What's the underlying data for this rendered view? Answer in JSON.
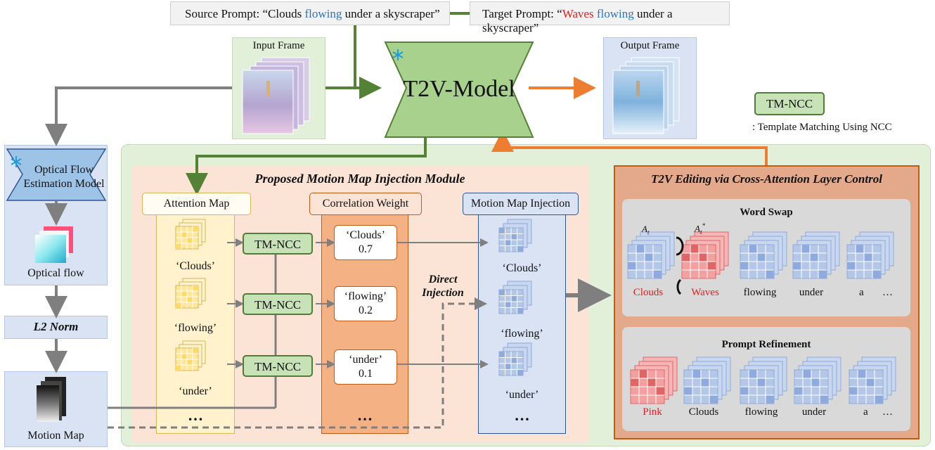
{
  "prompts": {
    "source": {
      "prefix": "Source Prompt: “",
      "word": "Clouds",
      "mid": " ",
      "word2": "flowing",
      "suffix": " under a skyscraper”"
    },
    "target": {
      "prefix": "Target Prompt: “",
      "word": "Waves",
      "mid": " ",
      "word2": "flowing",
      "suffix": " under a skyscraper”"
    }
  },
  "input_frame": "Input Frame",
  "output_frame": "Output Frame",
  "model": "T2V-Model",
  "legend": {
    "box": "TM-NCC",
    "desc": ": Template Matching Using NCC"
  },
  "left": {
    "flow_model": "Optical Flow Estimation Model",
    "optical_flow": "Optical flow",
    "l2": "L2 Norm",
    "motion_map": "Motion Map"
  },
  "module": {
    "title": "Proposed Motion Map Injection Module",
    "attention_title": "Attention Map",
    "corr_title": "Correlation Weight",
    "inject_title": "Motion Map Injection",
    "tm_label": "TM-NCC",
    "direct": "Direct Injection",
    "ellipsis": "…",
    "rows": [
      {
        "word": "‘Clouds’",
        "weight": "0.7"
      },
      {
        "word": "‘flowing’",
        "weight": "0.2"
      },
      {
        "word": "‘under’",
        "weight": "0.1"
      }
    ]
  },
  "editing": {
    "title": "T2V Editing via Cross-Attention Layer Control",
    "word_swap": {
      "title": "Word Swap",
      "labels": [
        "Clouds",
        "Waves",
        "flowing",
        "under",
        "a",
        "…"
      ],
      "at": "A",
      "sub": "t",
      "star": "*"
    },
    "refine": {
      "title": "Prompt Refinement",
      "labels": [
        "Pink",
        "Clouds",
        "flowing",
        "under",
        "a",
        "…"
      ]
    }
  },
  "colors": {
    "green_arrow": "#548235",
    "orange_arrow": "#ed7d31",
    "gray_arrow": "#7f7f7f",
    "accent_red": "#e02020",
    "accent_blue": "#2e75b6"
  }
}
